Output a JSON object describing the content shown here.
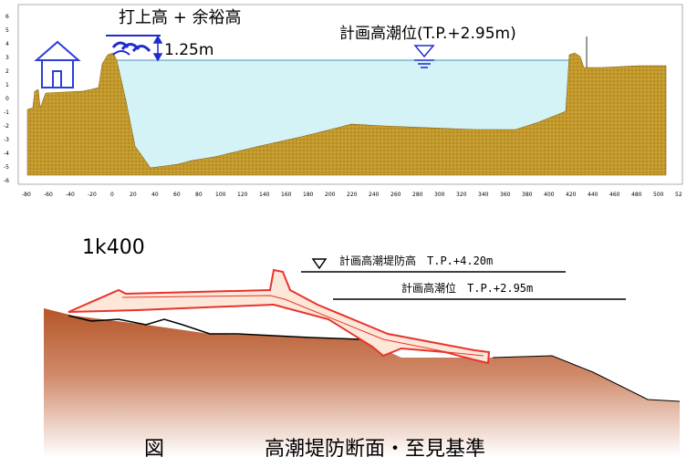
{
  "top_section": {
    "label_runup": "打上高 + 余裕高",
    "label_margin": "1.25m",
    "label_tide": "計画高潮位(T.P.+2.95m)",
    "y_ticks": [
      "6",
      "5",
      "4",
      "3",
      "2",
      "1",
      "0",
      "-1",
      "-2",
      "-3",
      "-4",
      "-5",
      "-6"
    ],
    "x_ticks": [
      "-80",
      "-60",
      "-40",
      "-20",
      "0",
      "20",
      "40",
      "60",
      "80",
      "100",
      "120",
      "140",
      "160",
      "180",
      "200",
      "220",
      "240",
      "260",
      "280",
      "300",
      "320",
      "340",
      "360",
      "380",
      "400",
      "420",
      "440",
      "460",
      "480",
      "500",
      "52"
    ]
  },
  "bottom_section": {
    "section_id": "1k400",
    "label_levee": "計画高潮堤防高　T.P.+4.20m",
    "label_tide": "計画高潮位　T.P.+2.95m",
    "caption": "図　　　　　高潮堤防断面・至見基準"
  },
  "colors": {
    "ground": "#c29a2e",
    "water": "#d4f3f7",
    "house": "#2b3fd6",
    "wave": "#1f2bd0",
    "levee_outline": "#e8332d",
    "levee_fill": "#fde7d8",
    "soil_top": "#b5562a"
  }
}
